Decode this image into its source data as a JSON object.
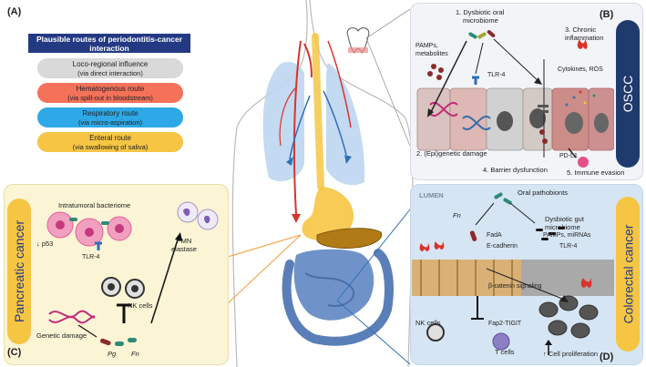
{
  "panel_a": {
    "letter": "(A)",
    "title_line1": "Plausible routes of periodontitis-cancer",
    "title_line2": "interaction",
    "routes": [
      {
        "name": "Loco-regional influence",
        "detail": "(via direct interaction)",
        "color": "#d9d9d9"
      },
      {
        "name": "Hematogenous route",
        "detail": "(via spill-out in bloodstream)",
        "color": "#f4725a"
      },
      {
        "name": "Respiratory route",
        "detail": "(via micro-aspiration)",
        "color": "#2ea8e6"
      },
      {
        "name": "Enteral route",
        "detail": "(via swallowing of saliva)",
        "color": "#f6c544"
      }
    ]
  },
  "panel_b": {
    "letter": "(B)",
    "label": "OSCC",
    "step1_l1": "1. Dysbiotic oral",
    "step1_l2": "microbiome",
    "pamps_l1": "PAMPs,",
    "pamps_l2": "metabolites",
    "tlr4": "TLR-4",
    "step3_l1": "3. Chronic",
    "step3_l2": "inflammation",
    "cytokines": "Cytokines, ROS",
    "step2": "2. (Epi)genetic damage",
    "pdl1": "PD-L1",
    "step4": "4. Barrier dysfunction",
    "step5": "5. Immune evasion"
  },
  "panel_c": {
    "letter": "(C)",
    "label": "Pancreatic cancer",
    "bacteriome": "Intratumoral bacteriome",
    "p53": "p53",
    "tlr4": "TLR-4",
    "pmn_l1": "PMN",
    "pmn_l2": "elastase",
    "nk": "NK cells",
    "genetic": "Genetic damage",
    "pg": "Pg",
    "fn": "Fn"
  },
  "panel_d": {
    "letter": "(D)",
    "label": "Colorectal cancer",
    "lumen": "LUMEN",
    "oral_pathobionts": "Oral pathobionts",
    "fn": "Fn",
    "dysbiotic_l1": "Dysbiotic gut",
    "dysbiotic_l2": "microbiome",
    "fada": "FadA",
    "ecadherin": "E-cadherin",
    "pamps": "PAMPs, miRNAs",
    "tlr4": "TLR-4",
    "catenin": "β-catenin signaling",
    "nk": "NK cells",
    "fap2": "Fap2-TIGIT",
    "tcells": "T cells",
    "prolif": "Cell proliferation"
  },
  "colors": {
    "navy": "#233a82",
    "oscc_pill": "#1f3b6e",
    "panc_pill": "#f6c544",
    "crc_pill": "#f6c544",
    "red": "#d9342b",
    "blue": "#2f6fb6",
    "yellow": "#f6c544"
  }
}
